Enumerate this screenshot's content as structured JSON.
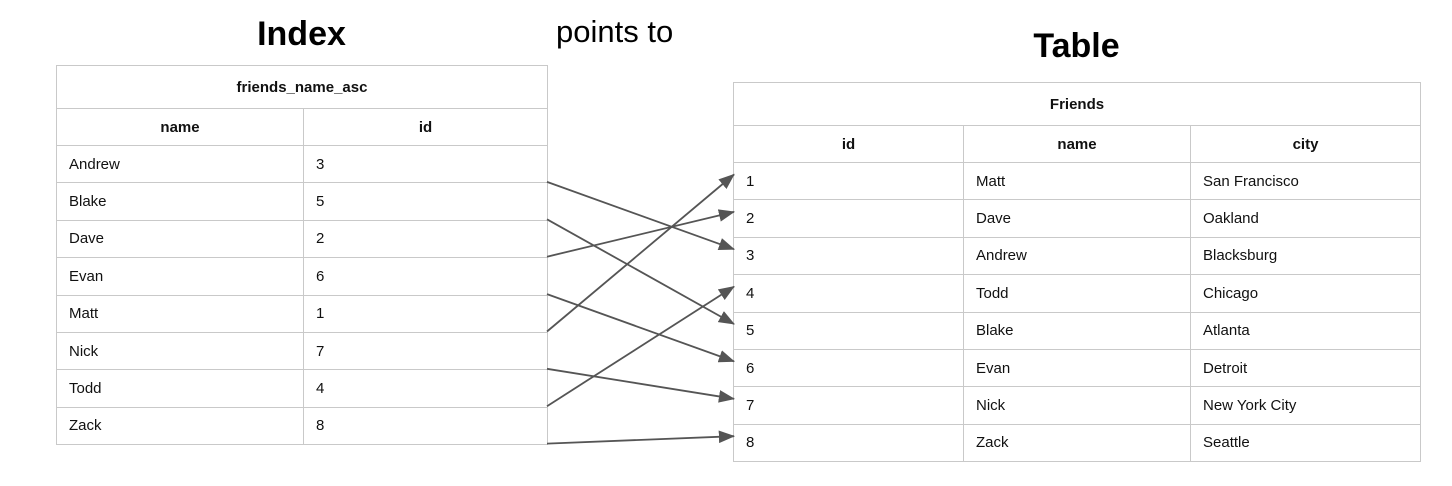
{
  "labels": {
    "index_heading": "Index",
    "table_heading": "Table",
    "relation_caption": "points to"
  },
  "index": {
    "title": "friends_name_asc",
    "columns": [
      "name",
      "id"
    ],
    "rows": [
      {
        "name": "Andrew",
        "id": "3"
      },
      {
        "name": "Blake",
        "id": "5"
      },
      {
        "name": "Dave",
        "id": "2"
      },
      {
        "name": "Evan",
        "id": "6"
      },
      {
        "name": "Matt",
        "id": "1"
      },
      {
        "name": "Nick",
        "id": "7"
      },
      {
        "name": "Todd",
        "id": "4"
      },
      {
        "name": "Zack",
        "id": "8"
      }
    ]
  },
  "friends": {
    "title": "Friends",
    "columns": [
      "id",
      "name",
      "city"
    ],
    "rows": [
      {
        "id": "1",
        "name": "Matt",
        "city": "San Francisco"
      },
      {
        "id": "2",
        "name": "Dave",
        "city": "Oakland"
      },
      {
        "id": "3",
        "name": "Andrew",
        "city": "Blacksburg"
      },
      {
        "id": "4",
        "name": "Todd",
        "city": "Chicago"
      },
      {
        "id": "5",
        "name": "Blake",
        "city": "Atlanta"
      },
      {
        "id": "6",
        "name": "Evan",
        "city": "Detroit"
      },
      {
        "id": "7",
        "name": "Nick",
        "city": "New York City"
      },
      {
        "id": "8",
        "name": "Zack",
        "city": "Seattle"
      }
    ]
  },
  "connections": [
    {
      "from_index_row": 0,
      "from_name": "Andrew",
      "to_table_id": "3"
    },
    {
      "from_index_row": 1,
      "from_name": "Blake",
      "to_table_id": "5"
    },
    {
      "from_index_row": 2,
      "from_name": "Dave",
      "to_table_id": "2"
    },
    {
      "from_index_row": 3,
      "from_name": "Evan",
      "to_table_id": "6"
    },
    {
      "from_index_row": 4,
      "from_name": "Matt",
      "to_table_id": "1"
    },
    {
      "from_index_row": 5,
      "from_name": "Nick",
      "to_table_id": "7"
    },
    {
      "from_index_row": 6,
      "from_name": "Todd",
      "to_table_id": "4"
    },
    {
      "from_index_row": 7,
      "from_name": "Zack",
      "to_table_id": "8"
    }
  ],
  "style": {
    "arrow_color": "#555555",
    "border_color": "#c9c9c9",
    "text_color": "#111111",
    "background": "#ffffff"
  }
}
